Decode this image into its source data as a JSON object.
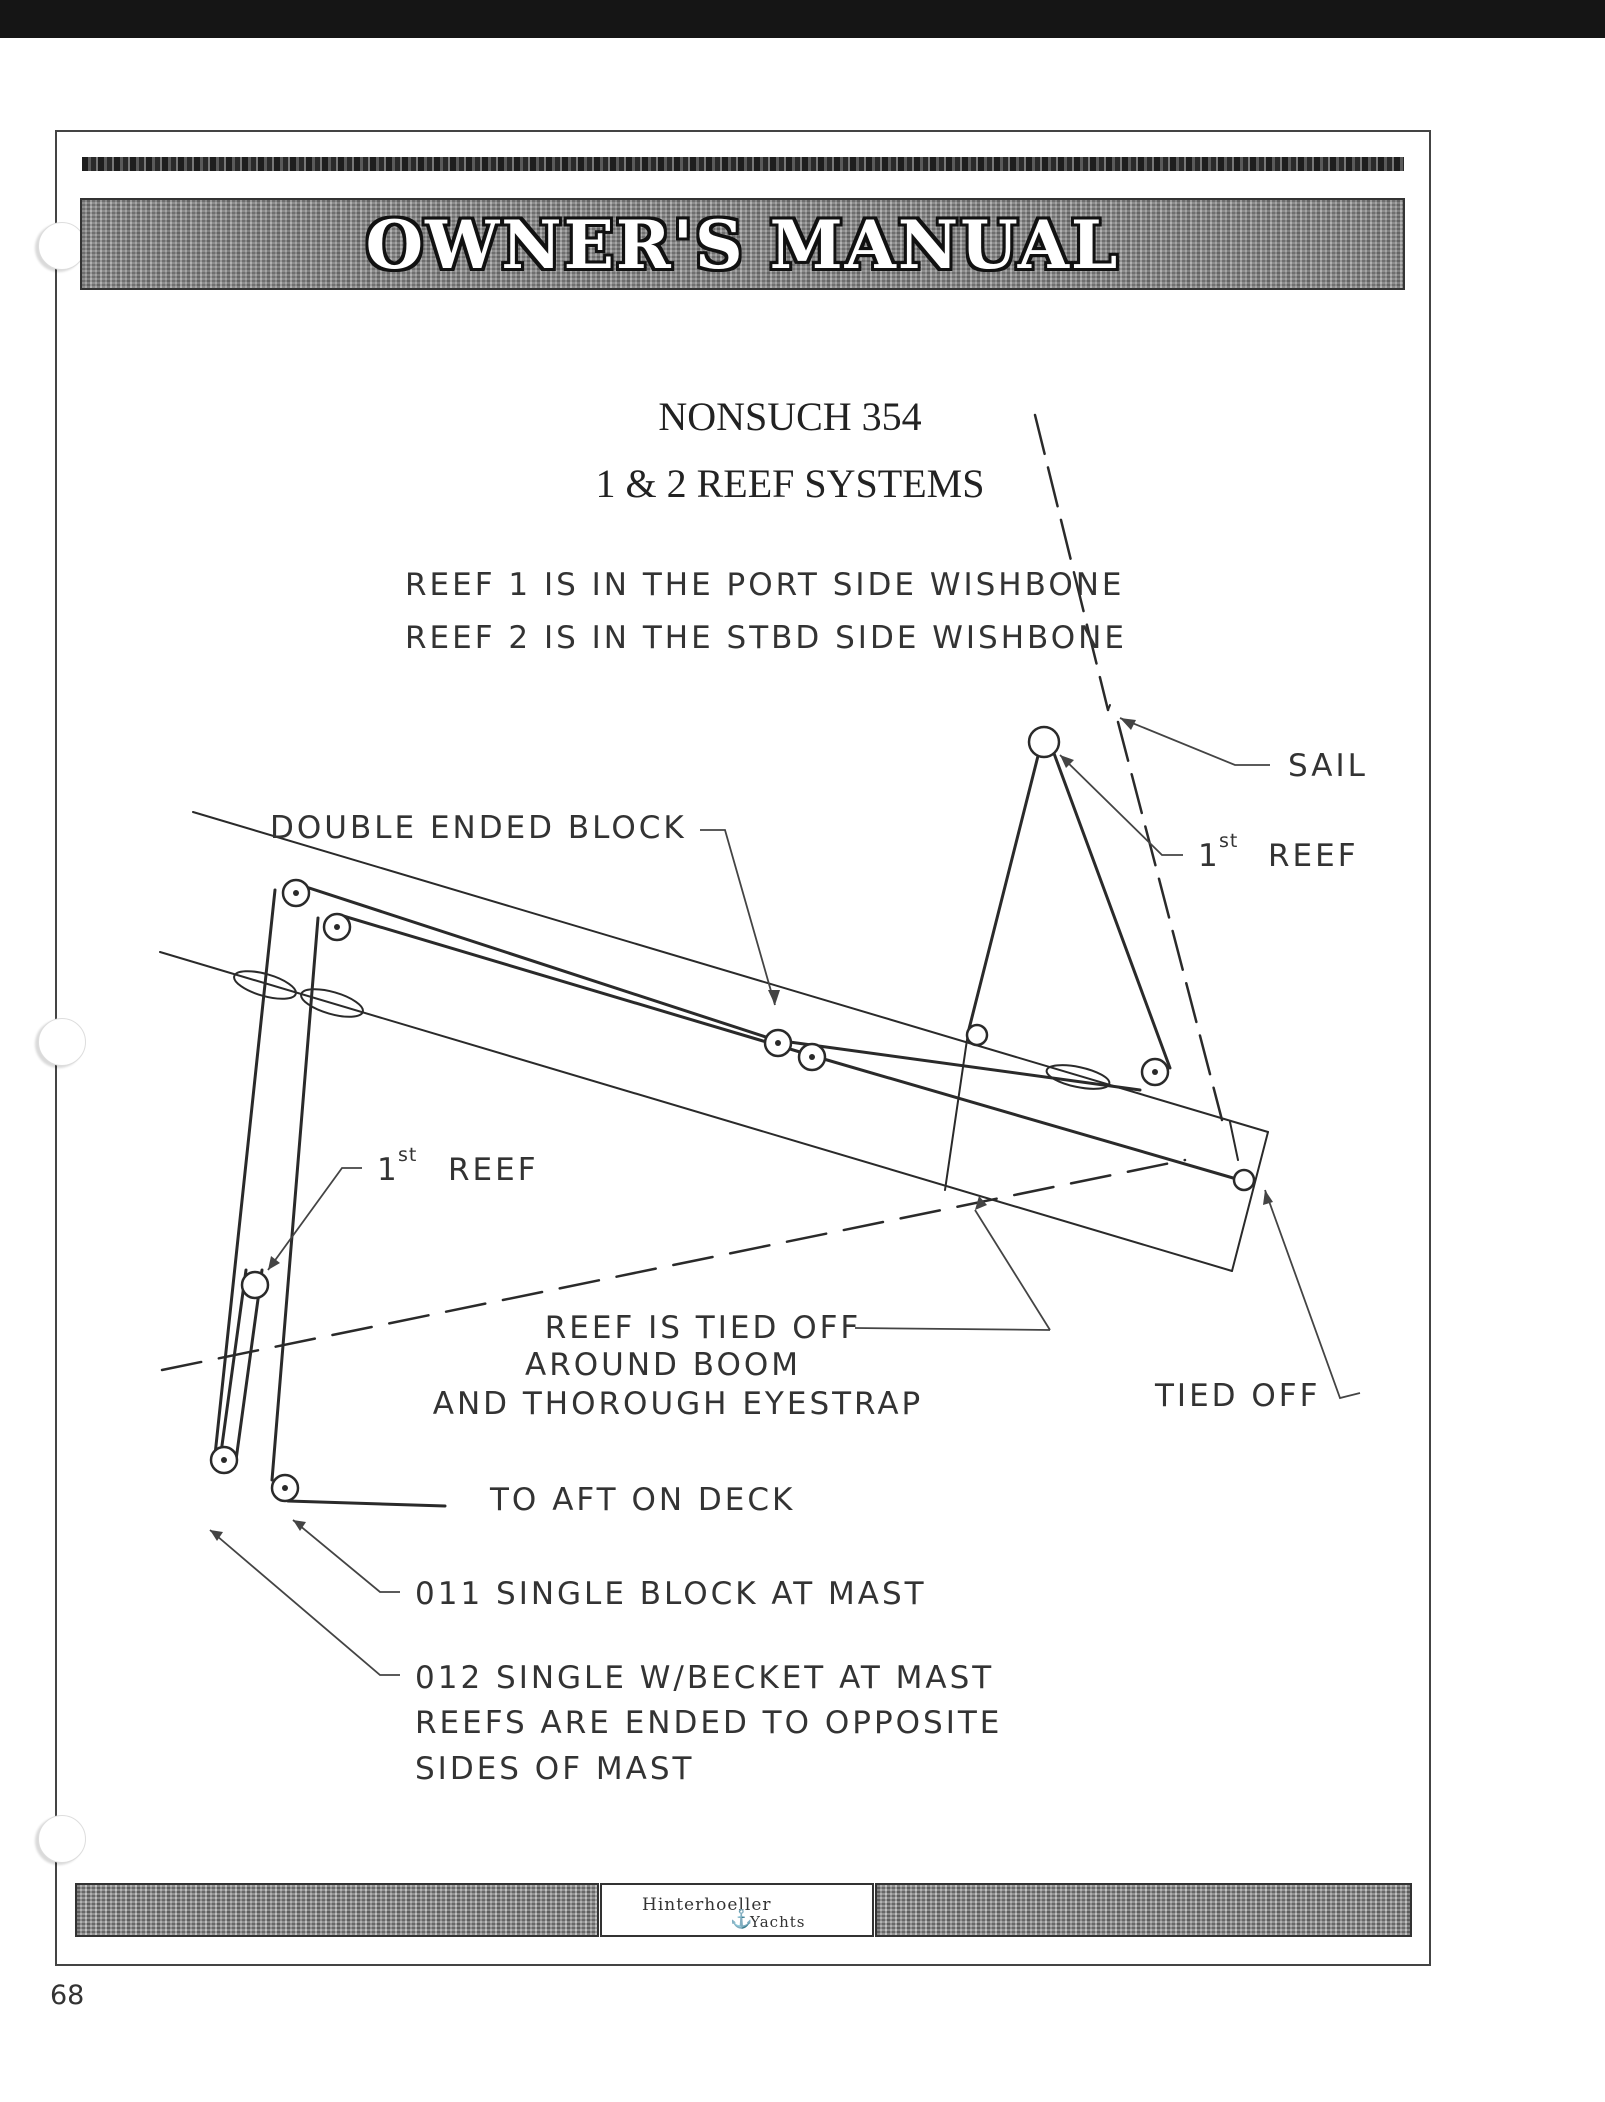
{
  "header": {
    "title": "OWNER'S MANUAL"
  },
  "diagram": {
    "title_line1": "NONSUCH 354",
    "title_line2": "1 & 2 REEF SYSTEMS",
    "note_line1": "REEF 1 IS IN THE PORT SIDE WISHBONE",
    "note_line2": "REEF 2 IS IN THE STBD SIDE WISHBONE",
    "labels": {
      "sail": "SAIL",
      "double_ended_block": "DOUBLE ENDED BLOCK",
      "first_reef_top": "1",
      "first_reef_top_sup": "st",
      "first_reef_top_word": "REEF",
      "first_reef_left": "1",
      "first_reef_left_sup": "st",
      "first_reef_left_word": "REEF",
      "reef_tied_line1": "REEF IS TIED OFF",
      "reef_tied_line2": "AROUND BOOM",
      "reef_tied_line3": "AND THOROUGH EYESTRAP",
      "tied_off": "TIED OFF",
      "to_aft_on_deck": "TO AFT ON DECK",
      "single_block": "011 SINGLE BLOCK AT MAST",
      "becket_line1": "012 SINGLE W/BECKET AT MAST",
      "becket_line2": "REEFS ARE ENDED TO OPPOSITE",
      "becket_line3": "SIDES OF MAST"
    }
  },
  "footer": {
    "logo_line1": "Hinterhoeller",
    "logo_line2": "Yachts"
  },
  "page_number": "68"
}
